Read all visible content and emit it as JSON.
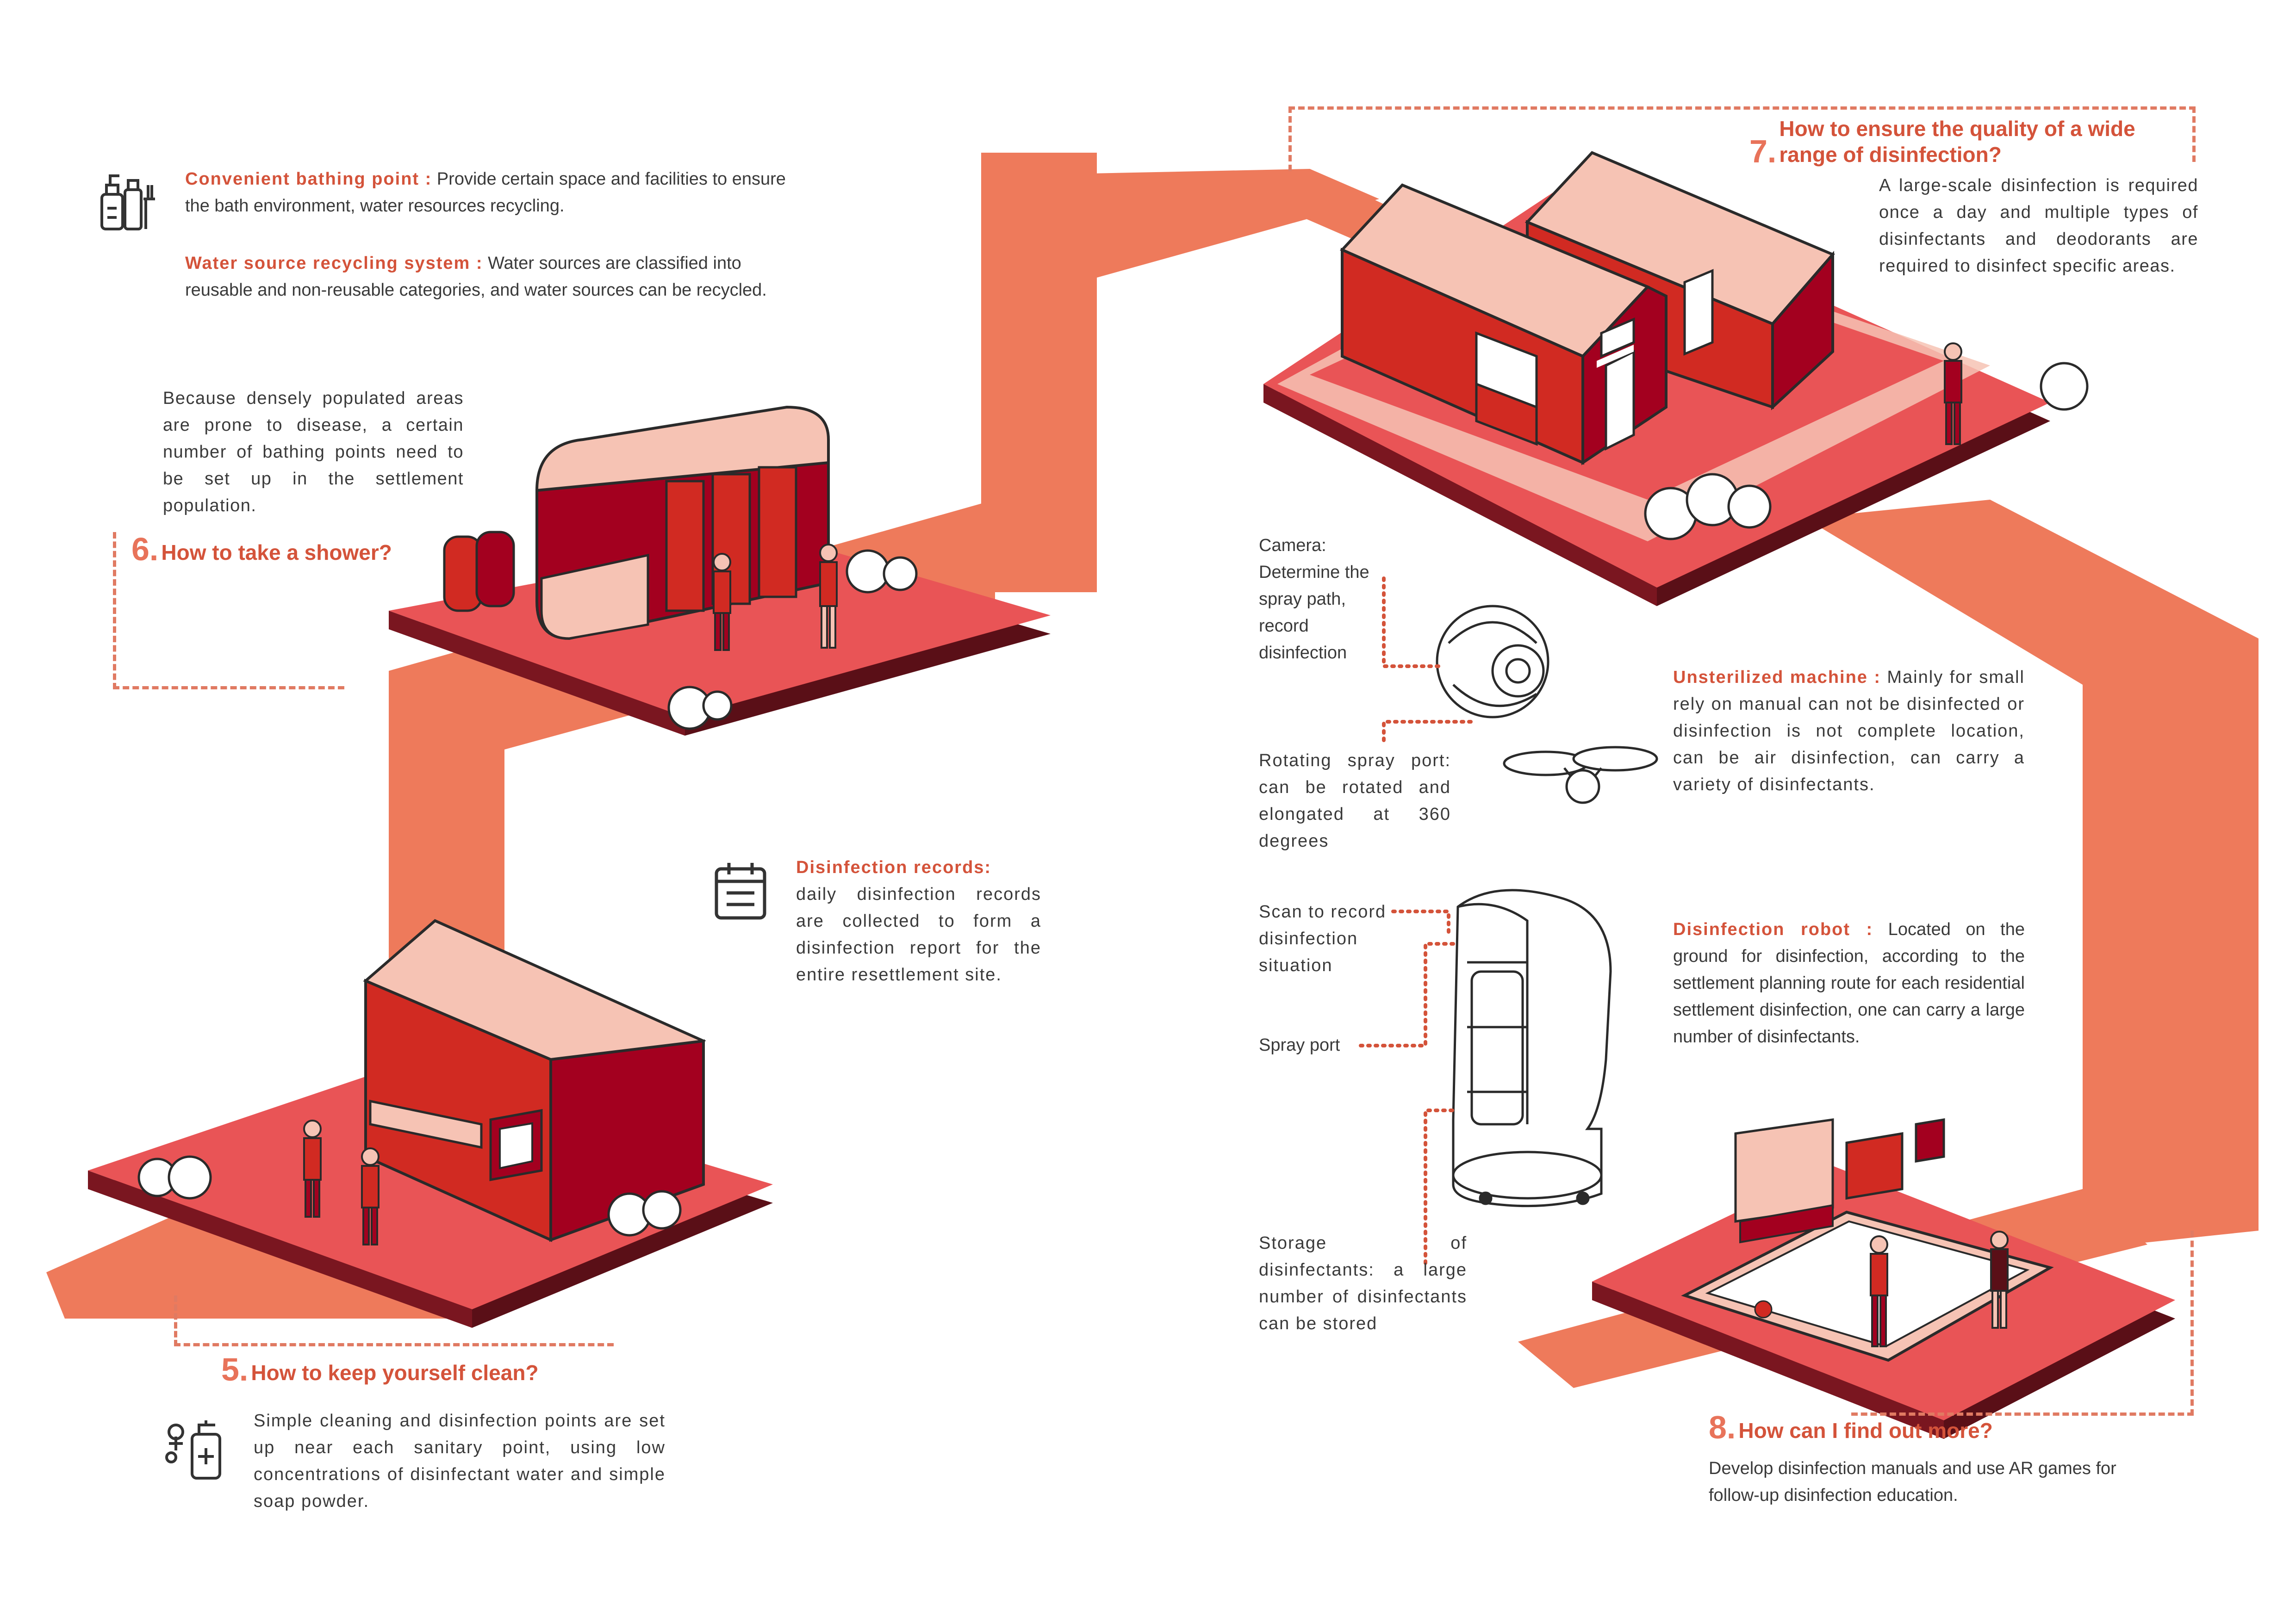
{
  "colors": {
    "accent": "#d4533a",
    "path": "#ee7a5b",
    "platform": "#e95456",
    "platform_edge": "#5a0f17",
    "building_dark": "#a3001f",
    "building_red": "#d12a22",
    "building_light": "#f6c3b4",
    "text": "#3a3a3a"
  },
  "sections": {
    "s6": {
      "number": "6.",
      "question": "How to take a shower?",
      "intro": "Because densely populated areas are prone to disease, a certain number of bathing points need to be set up in the settlement population.",
      "icon": "bath-products-icon",
      "bathing": {
        "title": "Convenient bathing point :",
        "body": " Provide certain space and facilities to ensure the bath environment, water resources recycling."
      },
      "water": {
        "title": "Water source recycling system :",
        "body": " Water sources are classified into reusable and non-reusable categories, and water sources can be recycled."
      }
    },
    "s7": {
      "number": "7.",
      "question_line1": "How to ensure the quality of a wide",
      "question_line2": "range of disinfection?",
      "body": "A large-scale disinfection is required once a day and multiple types of disinfectants and deodorants are required to disinfect specific areas."
    },
    "s5": {
      "number": "5.",
      "question": "How to keep yourself clean?",
      "icon": "hand-sanitizer-icon",
      "body": "Simple cleaning and disinfection points are set up near each sanitary point, using low concentrations of disinfectant water and simple soap powder."
    },
    "records": {
      "icon": "calendar-icon",
      "title": "Disinfection records:",
      "body": "daily disinfection records are collected to form a disinfection report for the entire resettlement site."
    },
    "drone": {
      "camera": "Camera: Determine the spray path, record disinfection",
      "rotating": "Rotating spray port: can be rotated and elongated at 360 degrees",
      "title": "Unsterilized machine :",
      "body": " Mainly for small rely on manual can not be disinfected or disinfection is not complete location, can be air disinfection, can carry a variety of disinfectants."
    },
    "robot": {
      "scan": "Scan to record disinfection situation",
      "spray": "Spray port",
      "storage": "Storage of disinfectants: a large number of disinfectants can be stored",
      "title": "Disinfection robot :",
      "body": " Located on the ground for disinfection, according to the settlement planning route for each residential settlement disinfection, one can carry a large number of disinfectants."
    },
    "s8": {
      "number": "8.",
      "question": "How can I find out more?",
      "body": "Develop disinfection manuals and use AR games for follow-up disinfection education."
    }
  }
}
